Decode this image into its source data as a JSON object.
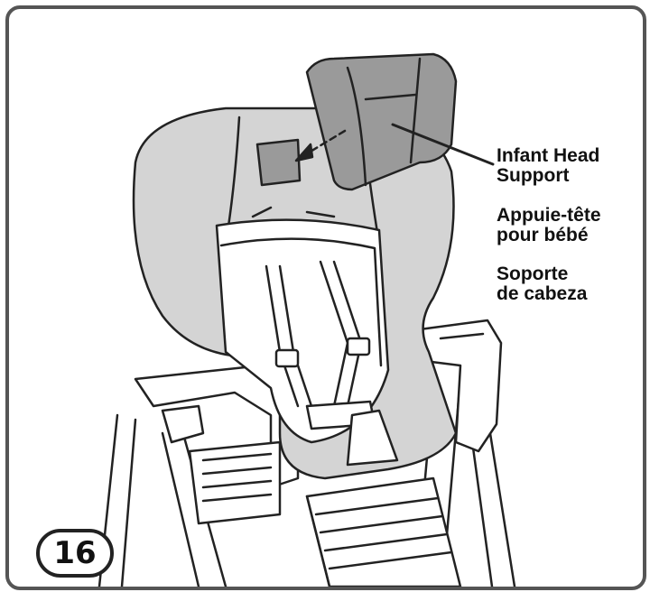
{
  "step_number": "16",
  "labels": {
    "english": [
      "Infant Head",
      "Support"
    ],
    "french": [
      "Appuie-tête",
      "pour bébé"
    ],
    "spanish": [
      "Soporte",
      "de cabeza"
    ]
  },
  "colors": {
    "seat_fill": "#d4d4d4",
    "head_support_fill": "#9a9a9a",
    "outline": "#222222",
    "frame_border": "#555555"
  }
}
